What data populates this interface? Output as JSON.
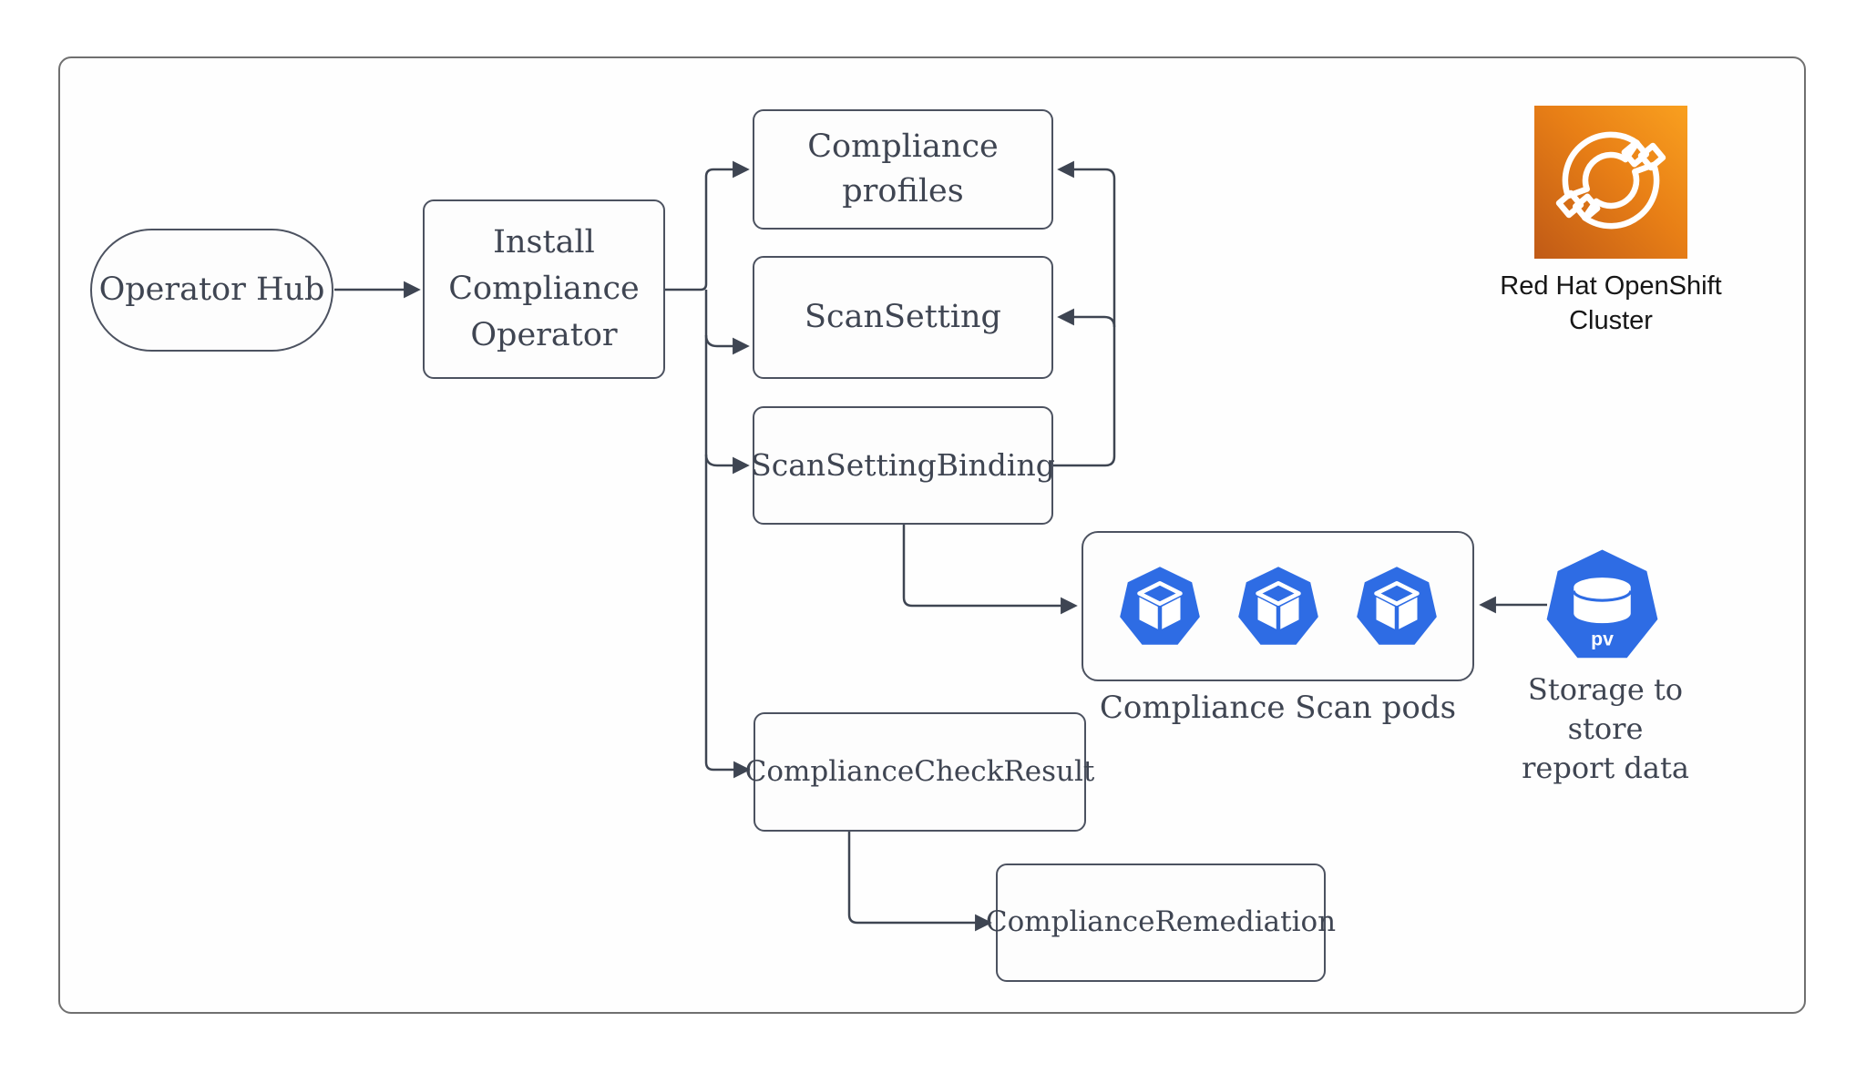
{
  "diagram": {
    "type": "flowchart",
    "subject": "OpenShift Compliance Operator workflow",
    "nodes": {
      "operator_hub": {
        "label": "Operator Hub",
        "shape": "pill"
      },
      "install_operator": {
        "lines": [
          "Install",
          "Compliance",
          "Operator"
        ],
        "shape": "rounded-rect"
      },
      "compliance_profiles": {
        "lines": [
          "Compliance",
          "profiles"
        ],
        "shape": "rounded-rect"
      },
      "scan_setting": {
        "label": "ScanSetting",
        "shape": "rounded-rect"
      },
      "scan_setting_binding": {
        "label": "ScanSettingBinding",
        "shape": "rounded-rect"
      },
      "compliance_scan_pods": {
        "label": "Compliance Scan pods",
        "pod_count": 3,
        "icon": "kubernetes-pod-icon"
      },
      "storage_pv": {
        "lines": [
          "Storage to store",
          "report data"
        ],
        "badge": "pv",
        "icon": "persistent-volume-icon"
      },
      "compliance_check_result": {
        "label": "ComplianceCheckResult",
        "shape": "rounded-rect"
      },
      "compliance_remediation": {
        "label": "ComplianceRemediation",
        "shape": "rounded-rect"
      },
      "openshift_cluster": {
        "lines": [
          "Red Hat OpenShift",
          "Cluster"
        ],
        "icon": "openshift-logo"
      }
    },
    "edges": [
      {
        "from": "operator_hub",
        "to": "install_operator"
      },
      {
        "from": "install_operator",
        "to": "compliance_profiles"
      },
      {
        "from": "install_operator",
        "to": "scan_setting"
      },
      {
        "from": "install_operator",
        "to": "scan_setting_binding"
      },
      {
        "from": "install_operator",
        "to": "compliance_check_result"
      },
      {
        "from": "scan_setting_binding",
        "to": "compliance_profiles"
      },
      {
        "from": "scan_setting_binding",
        "to": "scan_setting"
      },
      {
        "from": "scan_setting_binding",
        "to": "compliance_scan_pods"
      },
      {
        "from": "storage_pv",
        "to": "compliance_scan_pods"
      },
      {
        "from": "compliance_check_result",
        "to": "compliance_remediation"
      }
    ],
    "colors": {
      "background": "#ffffff",
      "frame_border": "#707070",
      "node_border": "#4c5260",
      "connector": "#3e4552",
      "text": "#3f4552",
      "kubernetes_blue": "#2e6ce4",
      "openshift_orange_dark": "#c05a16",
      "openshift_orange_light": "#f9a01f"
    }
  }
}
